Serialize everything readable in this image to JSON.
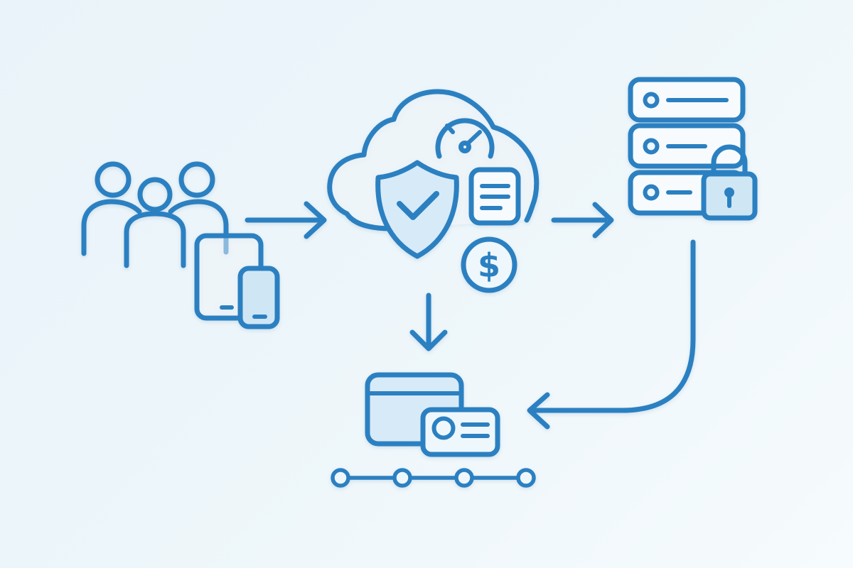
{
  "illustration": {
    "symbols": {
      "dollar": "$"
    },
    "colors": {
      "stroke": "#2b80c1",
      "fill-mid": "#d7eaf7",
      "fill-strong": "#cfe6f5",
      "fill-soft": "#eef7fb",
      "fill-white": "#f7fbfd",
      "bg-start": "#e9f3f9",
      "bg-end": "#f6fbfd"
    },
    "nodes": [
      {
        "id": "users",
        "icon": "users-group-icon",
        "parts": [
          "user-icon",
          "user-icon",
          "user-icon",
          "tablet-icon",
          "smartphone-icon"
        ]
      },
      {
        "id": "cloud-platform",
        "icon": "cloud-icon",
        "parts": [
          "gauge-icon",
          "shield-check-icon",
          "document-icon",
          "dollar-coin-icon"
        ]
      },
      {
        "id": "secure-server",
        "icon": "server-icon",
        "parts": [
          "server-rack-icon",
          "padlock-icon"
        ]
      },
      {
        "id": "payment-cards",
        "icon": "credit-card-icon",
        "parts": [
          "credit-card-icon",
          "id-card-icon"
        ]
      }
    ],
    "edges": [
      {
        "from": "users",
        "to": "cloud-platform",
        "style": "straight-right-arrow"
      },
      {
        "from": "cloud-platform",
        "to": "secure-server",
        "style": "straight-right-arrow"
      },
      {
        "from": "cloud-platform",
        "to": "payment-cards",
        "style": "straight-down-arrow"
      },
      {
        "from": "secure-server",
        "to": "payment-cards",
        "style": "curved-left-arrow"
      }
    ],
    "timeline": {
      "dot_count": 4
    }
  }
}
